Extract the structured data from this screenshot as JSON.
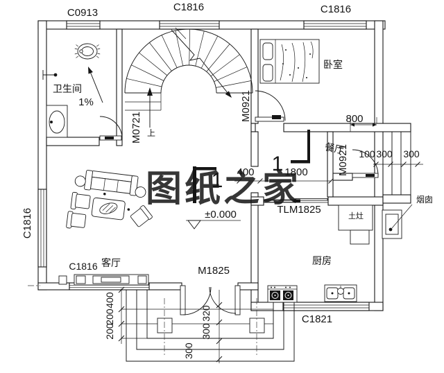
{
  "watermark": {
    "text": "图纸之家",
    "color": "#e2382c"
  },
  "rooms": {
    "bathroom": "卫生间",
    "bedroom": "卧室",
    "dining": "餐厅",
    "living": "客厅",
    "kitchen": "厨房"
  },
  "labels": {
    "slope": "1%",
    "up": "上",
    "level": "±0.000",
    "stove": "土灶",
    "chimney": "烟囱",
    "section_a": "1",
    "section_b": "1"
  },
  "openings": {
    "win_top_left": "C0913",
    "win_top_center": "C1816",
    "win_top_right": "C1816",
    "win_left": "C1816",
    "win_living": "C1816",
    "win_kitchen": "C1821",
    "door_bathroom": "M0721",
    "door_bedroom": "M0921",
    "door_side": "M0921",
    "door_kitchen_sliding": "TLM1825",
    "door_entry": "M1825"
  },
  "dims": {
    "r800": "800",
    "r100": "100",
    "r300a": "300",
    "r300b": "300",
    "m400": "400",
    "m1800": "1800",
    "p400": "400",
    "p200a": "200",
    "p200b": "200",
    "s320": "320",
    "s300a": "300",
    "s300b": "300"
  }
}
